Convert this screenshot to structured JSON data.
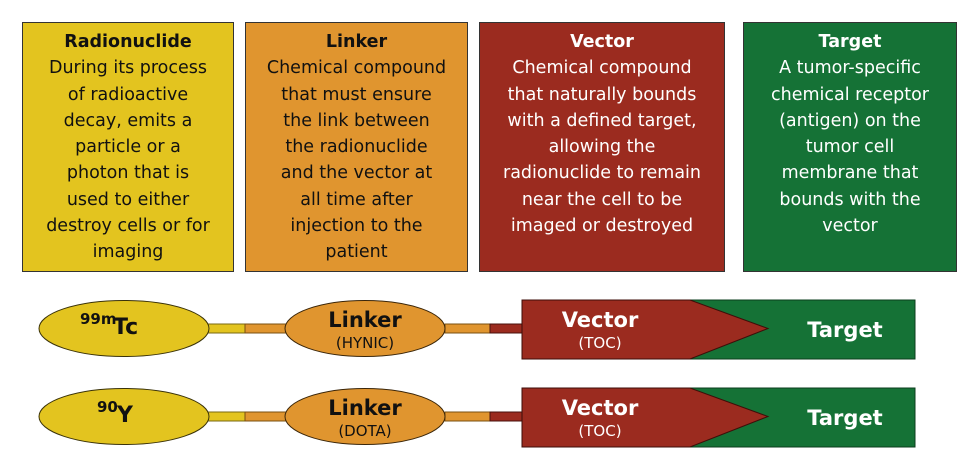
{
  "colors": {
    "radionuclide": "#e3c41f",
    "linker": "#e0952f",
    "vector": "#9b2b1f",
    "target": "#157236"
  },
  "cards": [
    {
      "title": "Radionuclide",
      "lines": [
        "During its process",
        "of radioactive",
        "decay, emits a",
        "particle or a",
        "photon that is",
        "used to either",
        "destroy cells or for",
        "imaging"
      ]
    },
    {
      "title": "Linker",
      "lines": [
        "Chemical compound",
        "that must ensure",
        "the link between",
        "the radionuclide",
        "and the vector at",
        "all time after",
        "injection to the",
        "patient"
      ]
    },
    {
      "title": "Vector",
      "lines": [
        "Chemical compound",
        "that naturally bounds",
        "with a defined target,",
        "allowing the",
        "radionuclide to remain",
        "near the cell to be",
        "imaged or destroyed"
      ]
    },
    {
      "title": "Target",
      "lines": [
        "A tumor-specific",
        "chemical receptor",
        "(antigen) on the",
        "tumor cell",
        "membrane that",
        "bounds with the",
        "vector"
      ]
    }
  ],
  "rows": [
    {
      "nuclide_sup": "99m",
      "nuclide": "Tc",
      "linker": "Linker",
      "linker_sub": "(HYNIC)",
      "vector": "Vector",
      "vector_sub": "(TOC)",
      "target": "Target"
    },
    {
      "nuclide_sup": "90",
      "nuclide": "Y",
      "linker": "Linker",
      "linker_sub": "(DOTA)",
      "vector": "Vector",
      "vector_sub": "(TOC)",
      "target": "Target"
    }
  ]
}
